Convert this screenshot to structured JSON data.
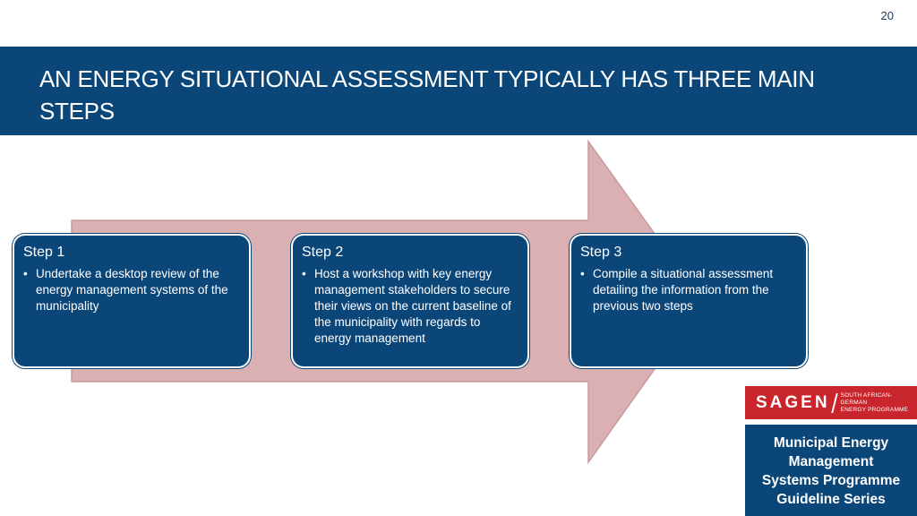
{
  "page_number": "20",
  "title": "AN ENERGY SITUATIONAL ASSESSMENT TYPICALLY HAS THREE MAIN STEPS",
  "steps": [
    {
      "title": "Step 1",
      "bullet": "Undertake a desktop review of the energy management systems of the municipality"
    },
    {
      "title": "Step 2",
      "bullet": "Host a workshop with key energy management stakeholders to secure their views on the current baseline of the municipality with regards to energy management"
    },
    {
      "title": "Step 3",
      "bullet": "Compile a situational assessment detailing the information from the previous two steps"
    }
  ],
  "logo": {
    "name": "SAGEN",
    "subtitle_line1": "SOUTH AFRICAN-GERMAN",
    "subtitle_line2": "ENERGY PROGRAMME"
  },
  "series": {
    "line1": "Municipal Energy",
    "line2": "Management",
    "line3": "Systems Programme",
    "line4": "Guideline Series"
  },
  "colors": {
    "title_bar": "#0b4679",
    "card": "#0b4679",
    "arrow_fill": "#dbb0b2",
    "arrow_stroke": "#c79aa0",
    "logo_red": "#c9252c"
  }
}
